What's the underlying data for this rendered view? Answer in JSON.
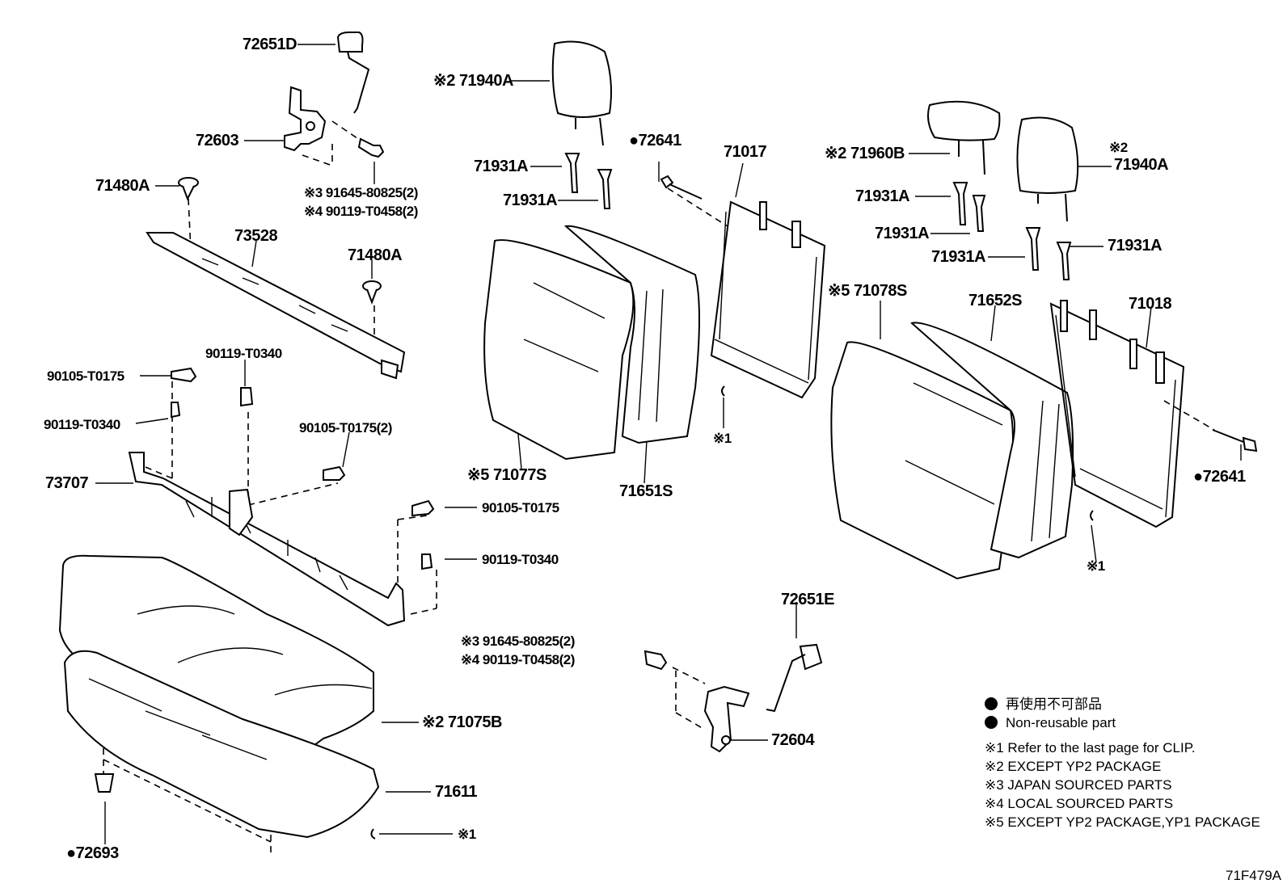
{
  "labels": {
    "p72651D": "72651D",
    "p72603": "72603",
    "p91645_a": "※3 91645-80825(2)",
    "p90119_t0458_a": "※4 90119-T0458(2)",
    "p71480A_1": "71480A",
    "p73528": "73528",
    "p71480A_2": "71480A",
    "p90105_t0175_a": "90105-T0175",
    "p90119_t0340_a": "90119-T0340",
    "p90119_t0340_b": "90119-T0340",
    "p90105_t0175_2": "90105-T0175(2)",
    "p73707": "73707",
    "p90105_t0175_b": "90105-T0175",
    "p90119_t0340_c": "90119-T0340",
    "p71940A_1": "※2 71940A",
    "p72641_1": "●72641",
    "p71017": "71017",
    "p71931A_1": "71931A",
    "p71931A_2": "71931A",
    "p71077S": "※5 71077S",
    "p71651S": "71651S",
    "clip_1": "※1",
    "p71960B": "※2 71960B",
    "p71940A_2_mark": "※2",
    "p71940A_2": "71940A",
    "p71931A_3": "71931A",
    "p71931A_4": "71931A",
    "p71931A_5": "71931A",
    "p71931A_6": "71931A",
    "p71078S": "※5 71078S",
    "p71652S": "71652S",
    "p71018": "71018",
    "p72641_2": "●72641",
    "clip_2": "※1",
    "p72651E": "72651E",
    "p91645_b": "※3 91645-80825(2)",
    "p90119_t0458_b": "※4 90119-T0458(2)",
    "p72604": "72604",
    "p71075B": "※2 71075B",
    "p71611": "71611",
    "clip_3": "※1",
    "p72693": "●72693"
  },
  "legend": {
    "nonreusable_jp": "再使用不可部品",
    "nonreusable_en": "Non-reusable part",
    "note1": "※1 Refer to the last page for CLIP.",
    "note2": "※2 EXCEPT YP2 PACKAGE",
    "note3": "※3  JAPAN SOURCED PARTS",
    "note4": "※4  LOCAL SOURCED PARTS",
    "note5": "※5 EXCEPT YP2 PACKAGE,YP1 PACKAGE"
  },
  "figure_code": "71F479A"
}
